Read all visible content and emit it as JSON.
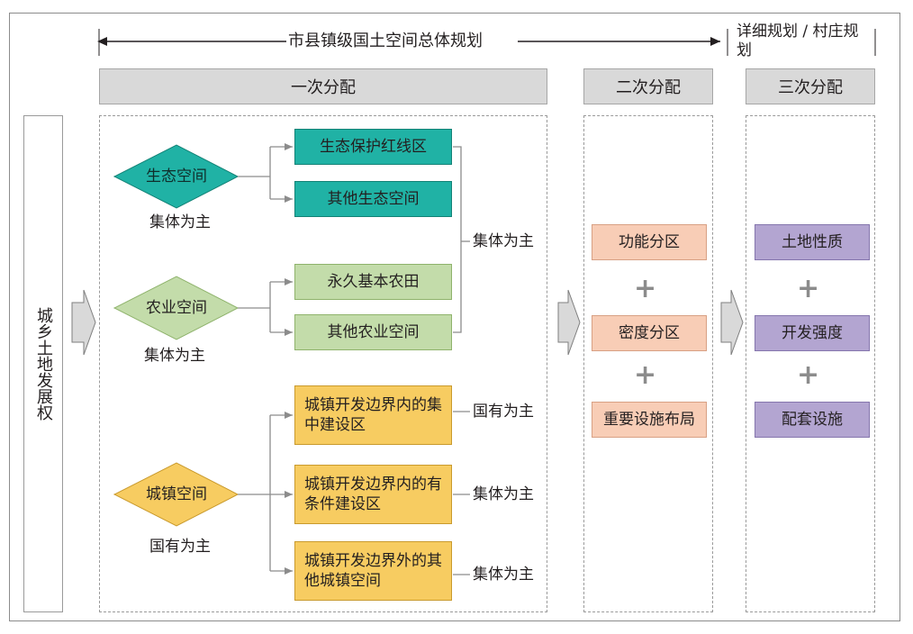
{
  "header": {
    "overall_plan": "市县镇级国土空间总体规划",
    "detailed_plan": "详细规划 / 村庄规划"
  },
  "stages": {
    "first": "一次分配",
    "second": "二次分配",
    "third": "三次分配"
  },
  "left_label": "城乡土地发展权",
  "spaces": {
    "ecological": {
      "name": "生态空间",
      "ownership": "集体为主"
    },
    "agricultural": {
      "name": "农业空间",
      "ownership": "集体为主"
    },
    "urban": {
      "name": "城镇空间",
      "ownership": "国有为主"
    }
  },
  "sub_boxes": {
    "eco_redline": "生态保护红线区",
    "eco_other": "其他生态空间",
    "farmland": "永久基本农田",
    "agri_other": "其他农业空间",
    "urban_inside_concentrated": "城镇开发边界内的集中建设区",
    "urban_inside_conditional": "城镇开发边界内的有条件建设区",
    "urban_outside": "城镇开发边界外的其他城镇空间"
  },
  "ownership_labels": {
    "eco_agri": "集体为主",
    "urban_concentrated": "国有为主",
    "urban_conditional": "集体为主",
    "urban_outside": "集体为主"
  },
  "second_allocation": {
    "items": [
      "功能分区",
      "密度分区",
      "重要设施布局"
    ],
    "plus": "+"
  },
  "third_allocation": {
    "items": [
      "土地性质",
      "开发强度",
      "配套设施"
    ],
    "plus": "+"
  },
  "colors": {
    "ecological": "#20b2a5",
    "agricultural": "#c3dcaa",
    "urban": "#f7cc61",
    "second": "#f8cdb6",
    "third": "#b3a5d1",
    "header_bar": "#d9d9d9"
  }
}
